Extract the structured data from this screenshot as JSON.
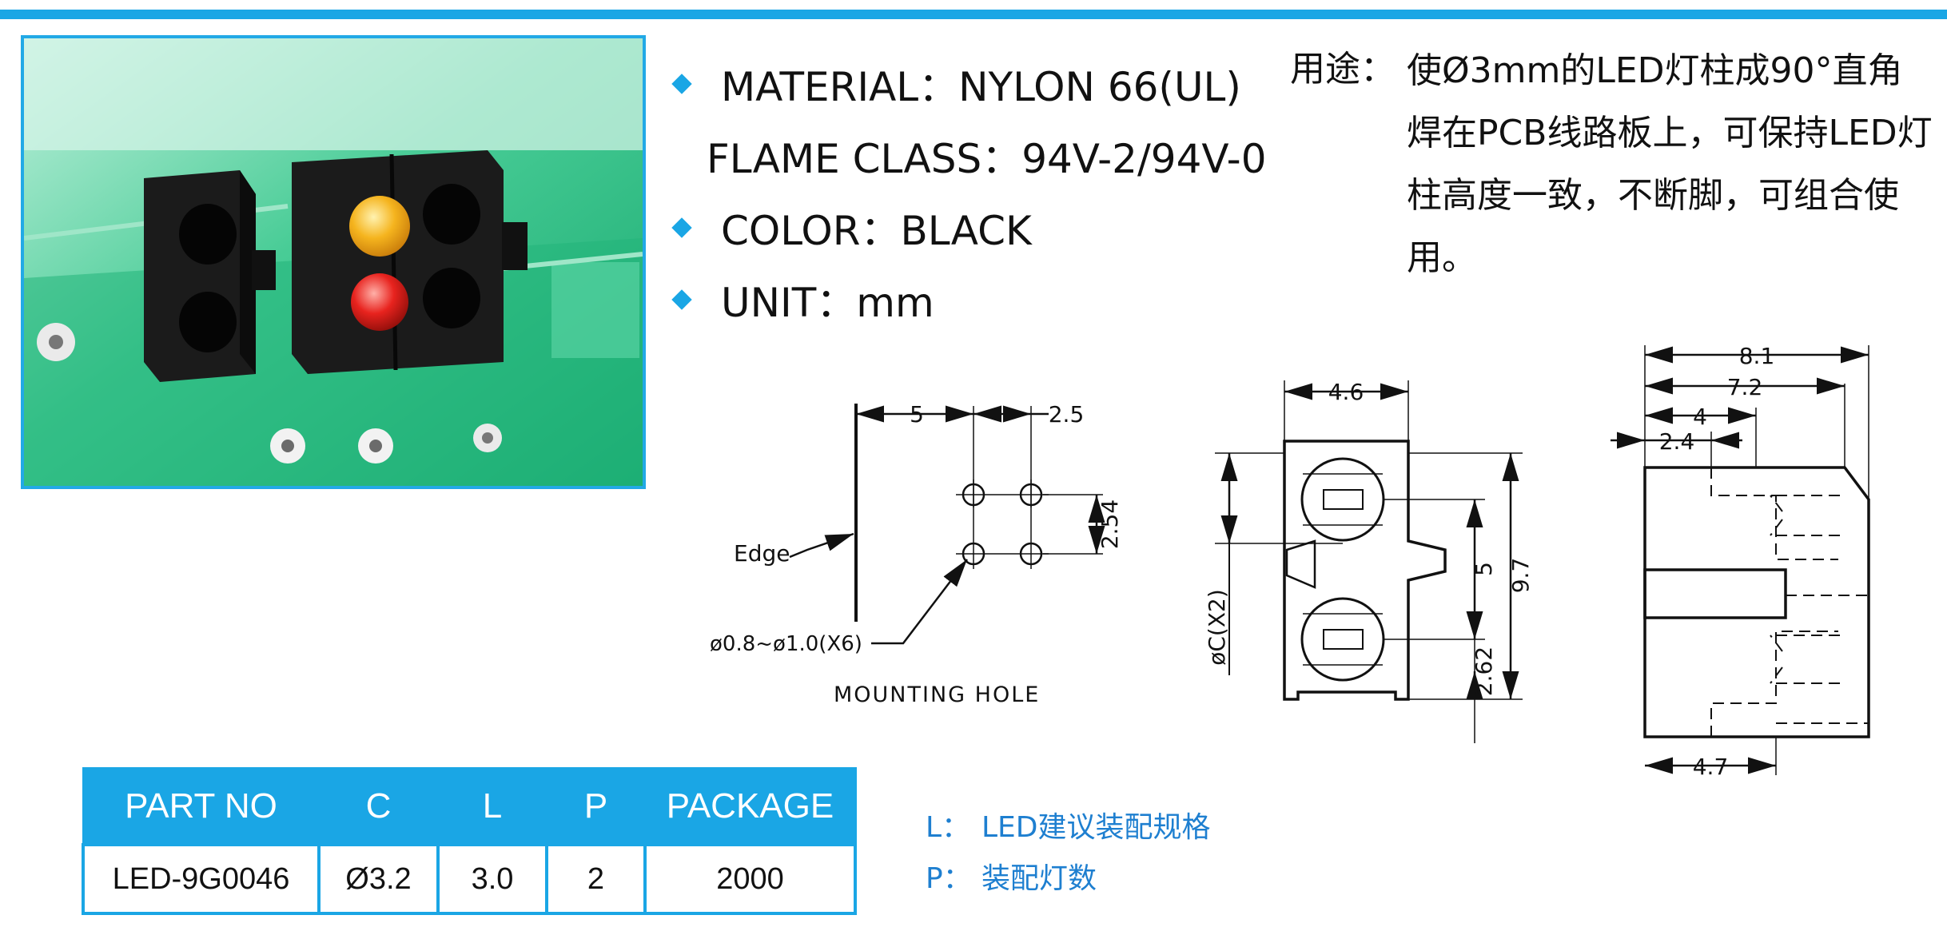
{
  "specs": [
    {
      "label": "MATERIAL：NYLON 66(UL)"
    },
    {
      "label": "FLAME CLASS：94V-2/94V-0"
    },
    {
      "label": "COLOR：BLACK"
    },
    {
      "label": "UNIT：mm"
    }
  ],
  "usage": {
    "label": "用途：",
    "text": "使Ø3mm的LED灯柱成90°直角焊在PCB线路板上，可保持LED灯柱高度一致，不断脚，可组合使用。"
  },
  "mounting": {
    "dim_5": "5",
    "dim_2_5": "2.5",
    "dim_2_54": "2.54",
    "edge_label": "Edge",
    "hole_label": "ø0.8~ø1.0(X6)",
    "title": "MOUNTING HOLE"
  },
  "front": {
    "dim_4_6": "4.6",
    "dim_c": "øC(X2)",
    "dim_5": "5",
    "dim_9_7": "9.7",
    "dim_2_62": "2.62"
  },
  "side": {
    "dim_8_1": "8.1",
    "dim_7_2": "7.2",
    "dim_4": "4",
    "dim_2_4": "2.4",
    "dim_4_7": "4.7"
  },
  "table": {
    "headers": [
      "PART NO",
      "C",
      "L",
      "P",
      "PACKAGE"
    ],
    "row": [
      "LED-9G0046",
      "Ø3.2",
      "3.0",
      "2",
      "2000"
    ]
  },
  "legend": [
    {
      "key": "L：",
      "text": "LED建议装配规格"
    },
    {
      "key": "P：",
      "text": "装配灯数"
    }
  ],
  "colors": {
    "accent": "#1aa6e5",
    "legend": "#1e7fd0",
    "pcb": "#2fc08a"
  }
}
